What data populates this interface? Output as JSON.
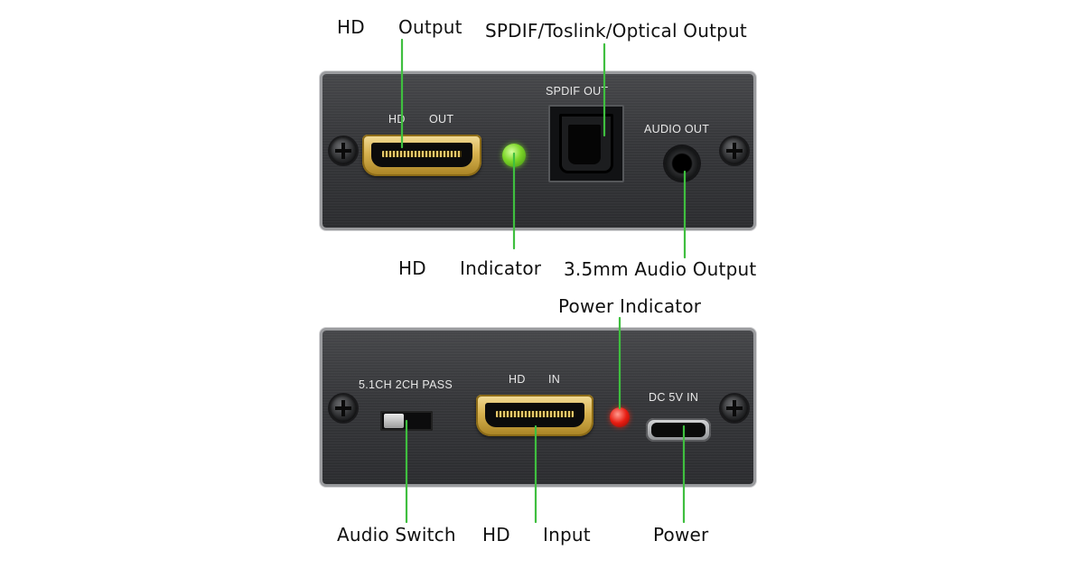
{
  "top_panel": {
    "callouts": {
      "hd_output_hd": "HD",
      "hd_output_output": "Output",
      "spdif_output": "SPDIF/Toslink/Optical Output",
      "hd_indicator_hd": "HD",
      "hd_indicator_indicator": "Indicator",
      "audio_output": "3.5mm Audio Output"
    },
    "silk": {
      "hd": "HD",
      "out": "OUT",
      "spdif_out": "SPDIF OUT",
      "audio_out": "AUDIO OUT"
    }
  },
  "bottom_panel": {
    "callouts": {
      "power_indicator": "Power Indicator",
      "audio_switch": "Audio Switch",
      "hd_input_hd": "HD",
      "hd_input_input": "Input",
      "power": "Power"
    },
    "silk": {
      "switch_modes": "5.1CH 2CH PASS",
      "hd": "HD",
      "in": "IN",
      "dc_in": "DC 5V IN"
    }
  },
  "colors": {
    "leader_line": "#3fbf3f",
    "indicator_led": "#7cd628",
    "power_led": "#e81d12",
    "hdmi_gold": "#d8b24f"
  }
}
